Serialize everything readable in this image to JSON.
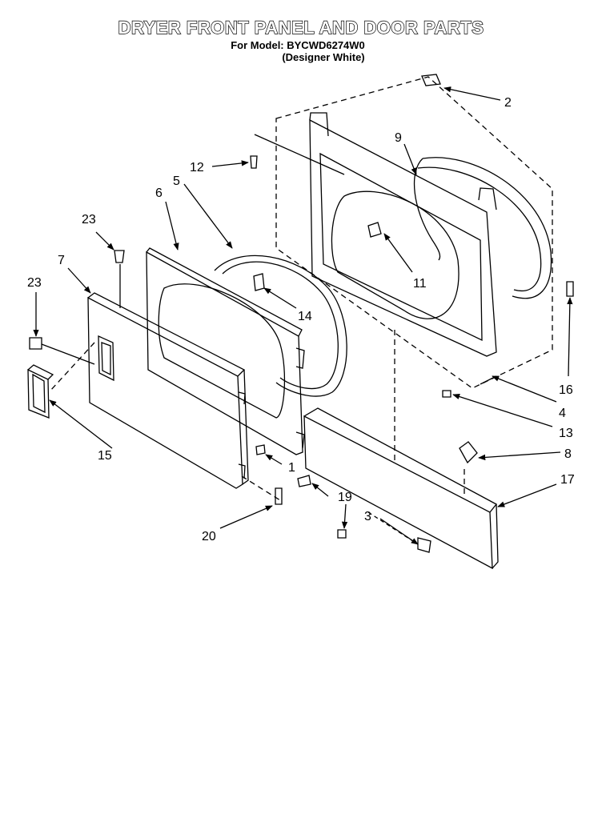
{
  "header": {
    "title": "DRYER FRONT PANEL AND DOOR PARTS",
    "model_line": "For Model: BYCWD6274W0",
    "finish_line": "(Designer White)"
  },
  "callouts": [
    "1",
    "2",
    "3",
    "4",
    "5",
    "6",
    "7",
    "8",
    "9",
    "11",
    "12",
    "13",
    "14",
    "15",
    "16",
    "17",
    "19",
    "20",
    "23",
    "23"
  ]
}
